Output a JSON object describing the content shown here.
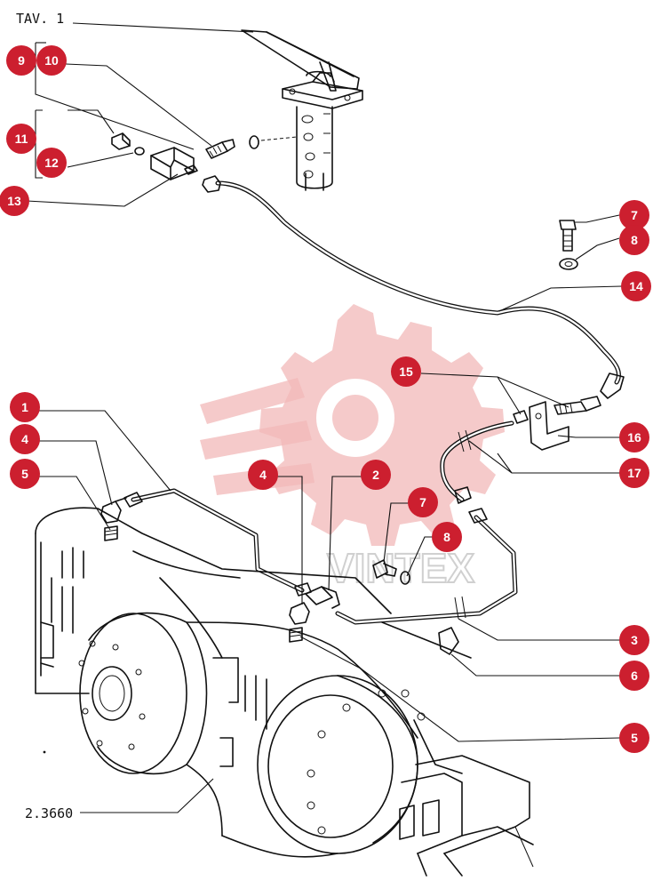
{
  "header": {
    "table_label": "TAV. 1"
  },
  "footer": {
    "drawing_number": "2.3660"
  },
  "watermark": {
    "text": "VINTEX"
  },
  "colors": {
    "badge": "#cc1f2f",
    "badge_text": "#ffffff",
    "line": "#111111",
    "watermark": "#f2b8b8"
  },
  "callouts": [
    {
      "id": "9",
      "label": "9"
    },
    {
      "id": "10",
      "label": "10"
    },
    {
      "id": "11",
      "label": "11"
    },
    {
      "id": "12",
      "label": "12"
    },
    {
      "id": "13",
      "label": "13"
    },
    {
      "id": "7a",
      "label": "7"
    },
    {
      "id": "8a",
      "label": "8"
    },
    {
      "id": "14",
      "label": "14"
    },
    {
      "id": "15",
      "label": "15"
    },
    {
      "id": "16",
      "label": "16"
    },
    {
      "id": "17",
      "label": "17"
    },
    {
      "id": "1",
      "label": "1"
    },
    {
      "id": "4a",
      "label": "4"
    },
    {
      "id": "5a",
      "label": "5"
    },
    {
      "id": "4b",
      "label": "4"
    },
    {
      "id": "2",
      "label": "2"
    },
    {
      "id": "7b",
      "label": "7"
    },
    {
      "id": "8b",
      "label": "8"
    },
    {
      "id": "3",
      "label": "3"
    },
    {
      "id": "6",
      "label": "6"
    },
    {
      "id": "5b",
      "label": "5"
    }
  ]
}
